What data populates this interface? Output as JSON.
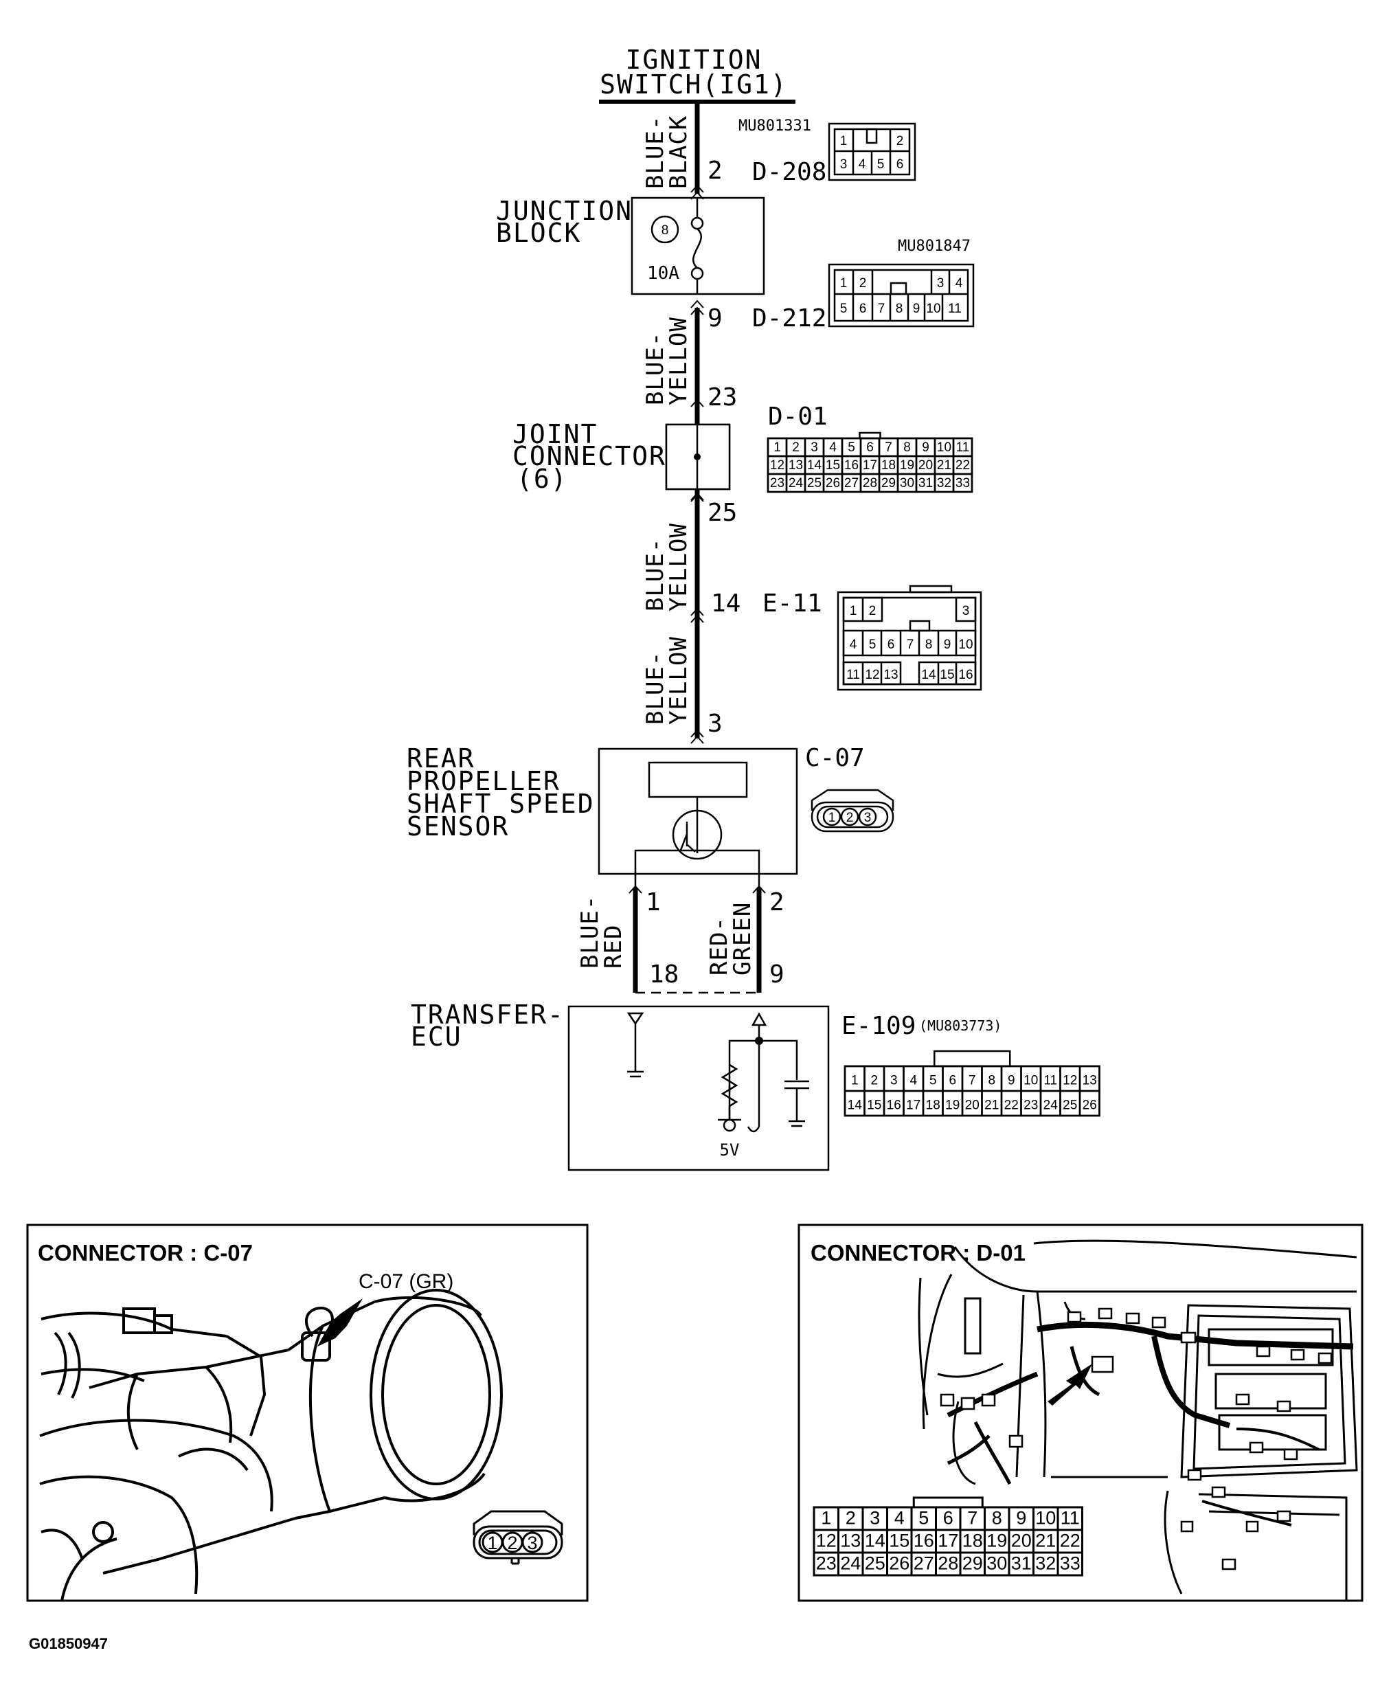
{
  "source": {
    "line1": "IGNITION",
    "line2": "SWITCH(IG1)"
  },
  "wires": {
    "w1": {
      "a": "BLUE-",
      "b": "BLACK"
    },
    "w2": {
      "a": "BLUE-",
      "b": "YELLOW"
    },
    "w3": {
      "a": "BLUE-",
      "b": "YELLOW"
    },
    "w4": {
      "a": "BLUE-",
      "b": "YELLOW"
    },
    "w5": {
      "a": "BLUE-",
      "b": "RED"
    },
    "w6": {
      "a": "RED-",
      "b": "GREEN"
    }
  },
  "pins": {
    "p2": "2",
    "p9": "9",
    "p23": "23",
    "p25": "25",
    "p14": "14",
    "p3": "3",
    "s1": "1",
    "s2": "2",
    "e18": "18",
    "e9": "9"
  },
  "connectors": {
    "d208": {
      "id": "D-208",
      "part": "MU801331",
      "row1": [
        "1",
        "",
        "2"
      ],
      "row2": [
        "3",
        "4",
        "5",
        "6"
      ]
    },
    "d212": {
      "id": "D-212",
      "part": "MU801847",
      "row1": [
        "1",
        "2",
        "3",
        "4"
      ],
      "row2": [
        "5",
        "6",
        "7",
        "8",
        "9",
        "10",
        "11"
      ]
    },
    "d01": {
      "id": "D-01",
      "row1": [
        "1",
        "2",
        "3",
        "4",
        "5",
        "6",
        "7",
        "8",
        "9",
        "10",
        "11"
      ],
      "row2": [
        "12",
        "13",
        "14",
        "15",
        "16",
        "17",
        "18",
        "19",
        "20",
        "21",
        "22"
      ],
      "row3": [
        "23",
        "24",
        "25",
        "26",
        "27",
        "28",
        "29",
        "30",
        "31",
        "32",
        "33"
      ]
    },
    "e11": {
      "id": "E-11",
      "row1": [
        "1",
        "2",
        "3"
      ],
      "row2": [
        "4",
        "5",
        "6",
        "7",
        "8",
        "9",
        "10"
      ],
      "row3": [
        "11",
        "12",
        "13",
        "14",
        "15",
        "16"
      ]
    },
    "c07": {
      "id": "C-07",
      "pins": [
        "1",
        "2",
        "3"
      ]
    },
    "e109": {
      "id": "E-109",
      "part": "(MU803773)",
      "row1": [
        "1",
        "2",
        "3",
        "4",
        "5",
        "6",
        "7",
        "8",
        "9",
        "10",
        "11",
        "12",
        "13"
      ],
      "row2": [
        "14",
        "15",
        "16",
        "17",
        "18",
        "19",
        "20",
        "21",
        "22",
        "23",
        "24",
        "25",
        "26"
      ]
    }
  },
  "components": {
    "junction": {
      "line1": "JUNCTION",
      "line2": "BLOCK",
      "fuse_no": "8",
      "rating": "10A"
    },
    "joint": {
      "line1": "JOINT",
      "line2": "CONNECTOR",
      "line3": "(6)"
    },
    "sensor": {
      "line1": "REAR",
      "line2": "PROPELLER",
      "line3": "SHAFT SPEED",
      "line4": "SENSOR"
    },
    "ecu": {
      "line1": "TRANSFER-",
      "line2": "ECU",
      "voltage": "5V"
    }
  },
  "panels": {
    "left": {
      "title": "CONNECTOR : C-07",
      "callout": "C-07 (GR)",
      "pins": [
        "1",
        "2",
        "3"
      ]
    },
    "right": {
      "title": "CONNECTOR : D-01",
      "row1": [
        "1",
        "2",
        "3",
        "4",
        "5",
        "6",
        "7",
        "8",
        "9",
        "10",
        "11"
      ],
      "row2": [
        "12",
        "13",
        "14",
        "15",
        "16",
        "17",
        "18",
        "19",
        "20",
        "21",
        "22"
      ],
      "row3": [
        "23",
        "24",
        "25",
        "26",
        "27",
        "28",
        "29",
        "30",
        "31",
        "32",
        "33"
      ]
    }
  },
  "figure_code": "G01850947"
}
